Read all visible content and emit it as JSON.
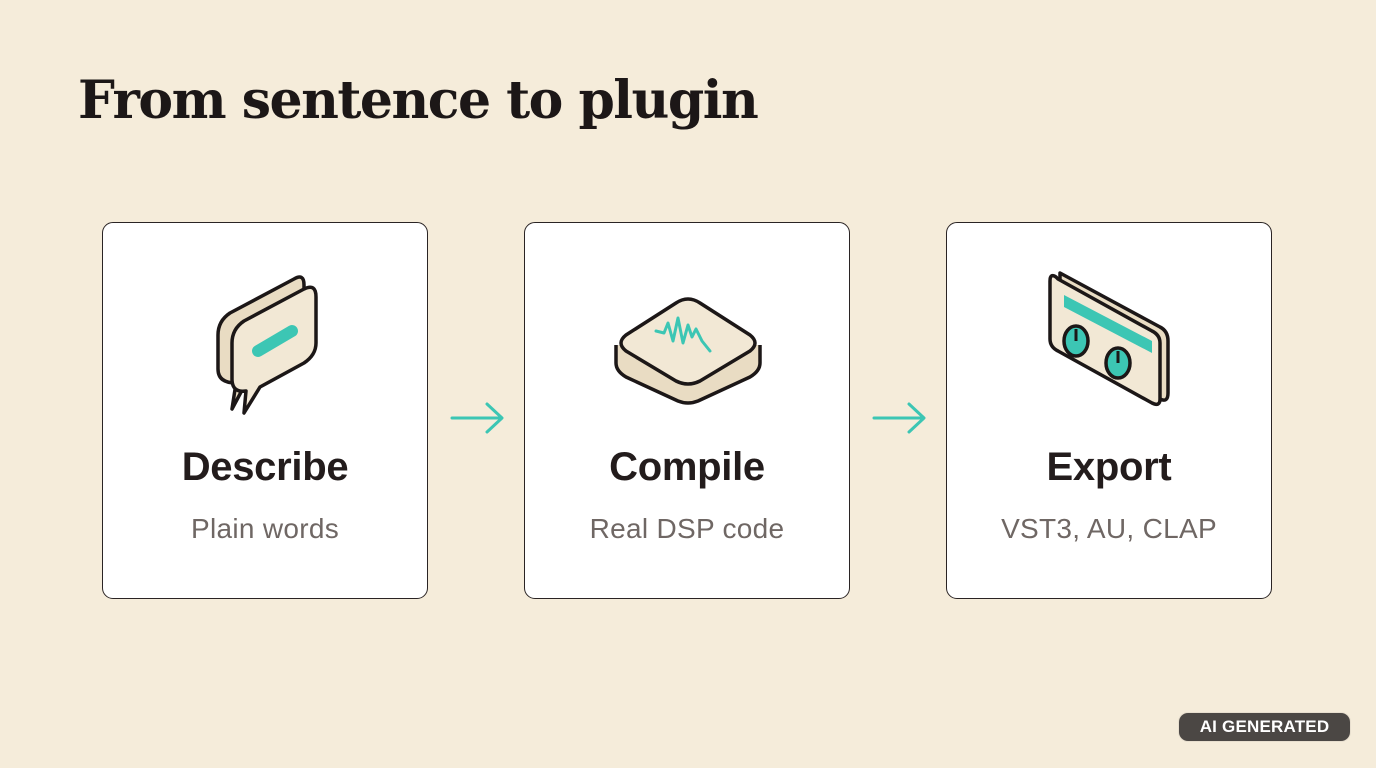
{
  "title": "From sentence to plugin",
  "steps": [
    {
      "title": "Describe",
      "subtitle": "Plain words",
      "icon": "speech-bubble-icon"
    },
    {
      "title": "Compile",
      "subtitle": "Real DSP code",
      "icon": "waveform-chip-icon"
    },
    {
      "title": "Export",
      "subtitle": "VST3, AU, CLAP",
      "icon": "plugin-panel-icon"
    }
  ],
  "badge": "AI GENERATED",
  "colors": {
    "background": "#f5ecda",
    "accent": "#3cc6b4",
    "icon_fill": "#f2e8d5",
    "outline": "#1c1717"
  }
}
